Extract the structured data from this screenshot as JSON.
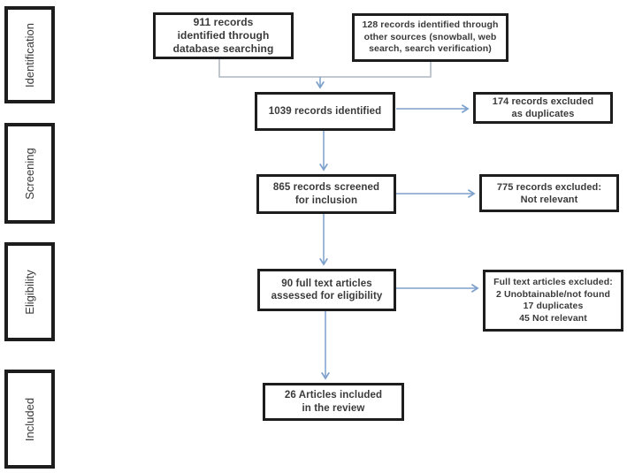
{
  "colors": {
    "box_border": "#1d1d1d",
    "text_color": "#3a3a3a",
    "arrow_blue": "#7da0cc",
    "connector_gray": "#b9c0c9",
    "bg": "#ffffff"
  },
  "stages": [
    {
      "label": "Identification"
    },
    {
      "label": "Screening"
    },
    {
      "label": "Eligibility"
    },
    {
      "label": "Included"
    }
  ],
  "boxes": {
    "records_database": "911 records\nidentified through\ndatabase searching",
    "records_other": "128 records identified through\nother sources (snowball, web\nsearch, search verification)",
    "records_identified": "1039 records identified",
    "excluded_duplicates": "174 records excluded\nas duplicates",
    "records_screened": "865 records screened\nfor inclusion",
    "excluded_not_relevant": "775 records excluded:\nNot relevant",
    "fulltext_assessed": "90 full text articles\nassessed for eligibility",
    "fulltext_excluded": "Full text articles excluded:\n2 Unobtainable/not found\n17 duplicates\n45 Not relevant",
    "articles_included": "26 Articles included\nin the review"
  }
}
